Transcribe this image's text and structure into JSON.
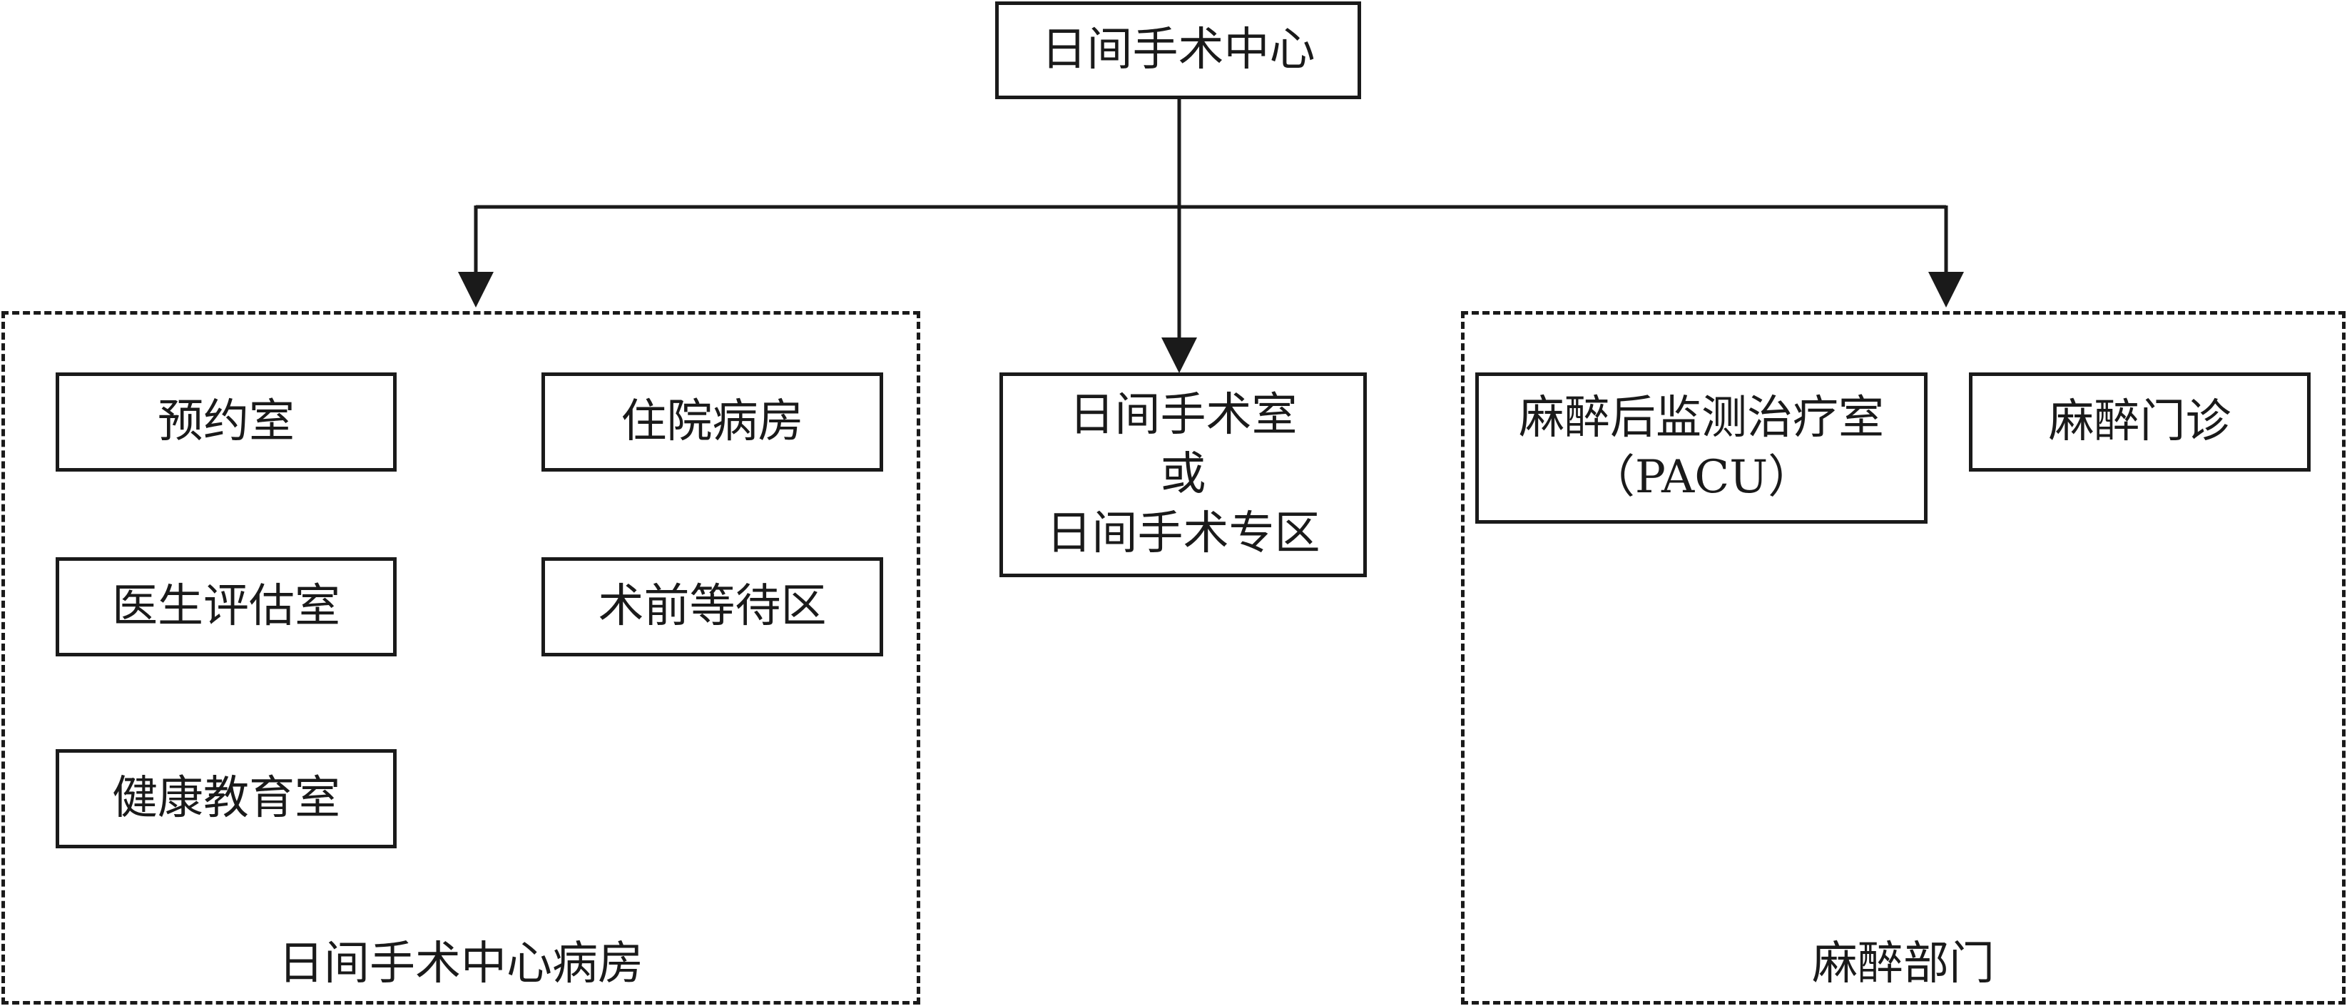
{
  "root": {
    "label": "日间手术中心"
  },
  "groups": {
    "ward": {
      "label": "日间手术中心病房",
      "items": [
        "预约室",
        "住院病房",
        "医生评估室",
        "术前等待区",
        "健康教育室"
      ]
    },
    "or": {
      "lines": [
        "日间手术室",
        "或",
        "日间手术专区"
      ]
    },
    "anesthesia": {
      "label": "麻醉部门",
      "items": [
        {
          "lines": [
            "麻醉后监测治疗室",
            "（PACU）"
          ]
        },
        {
          "lines": [
            "麻醉门诊"
          ]
        }
      ]
    }
  },
  "colors": {
    "line": "#1a1a1a",
    "background": "#ffffff"
  }
}
